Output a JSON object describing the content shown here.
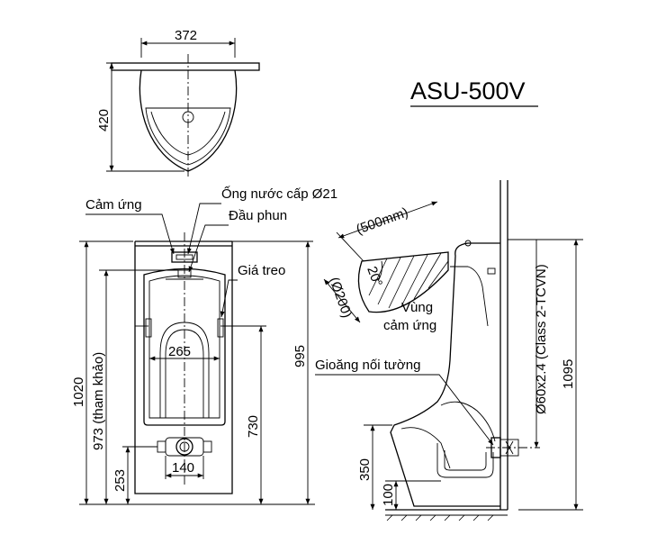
{
  "title": "ASU-500V",
  "top_view": {
    "width": "372",
    "depth": "420"
  },
  "front_view": {
    "sensor_label": "Cảm ứng",
    "water_pipe_label": "Ống nước cấp Ø21",
    "nozzle_label": "Đầu phun",
    "hanger_label": "Giá treo",
    "bowl_width": "265",
    "total_height": "1020",
    "ref_height": "973 (tham khảo)",
    "outlet_height": "253",
    "outlet_width": "140",
    "hanger_height": "995",
    "spread_height": "730"
  },
  "side_view": {
    "sensor_range": "(500mm)",
    "sensor_angle": "20°",
    "sensor_diameter": "(Ø200)",
    "zone_label_line1": "Vùng",
    "zone_label_line2": "cảm ứng",
    "gasket_label": "Gioăng nối tường",
    "pipe_label": "Ø60x2.4 (Class 2-TCVN)",
    "wall_height": "1095",
    "outlet_height": "350",
    "floor_offset": "100"
  }
}
